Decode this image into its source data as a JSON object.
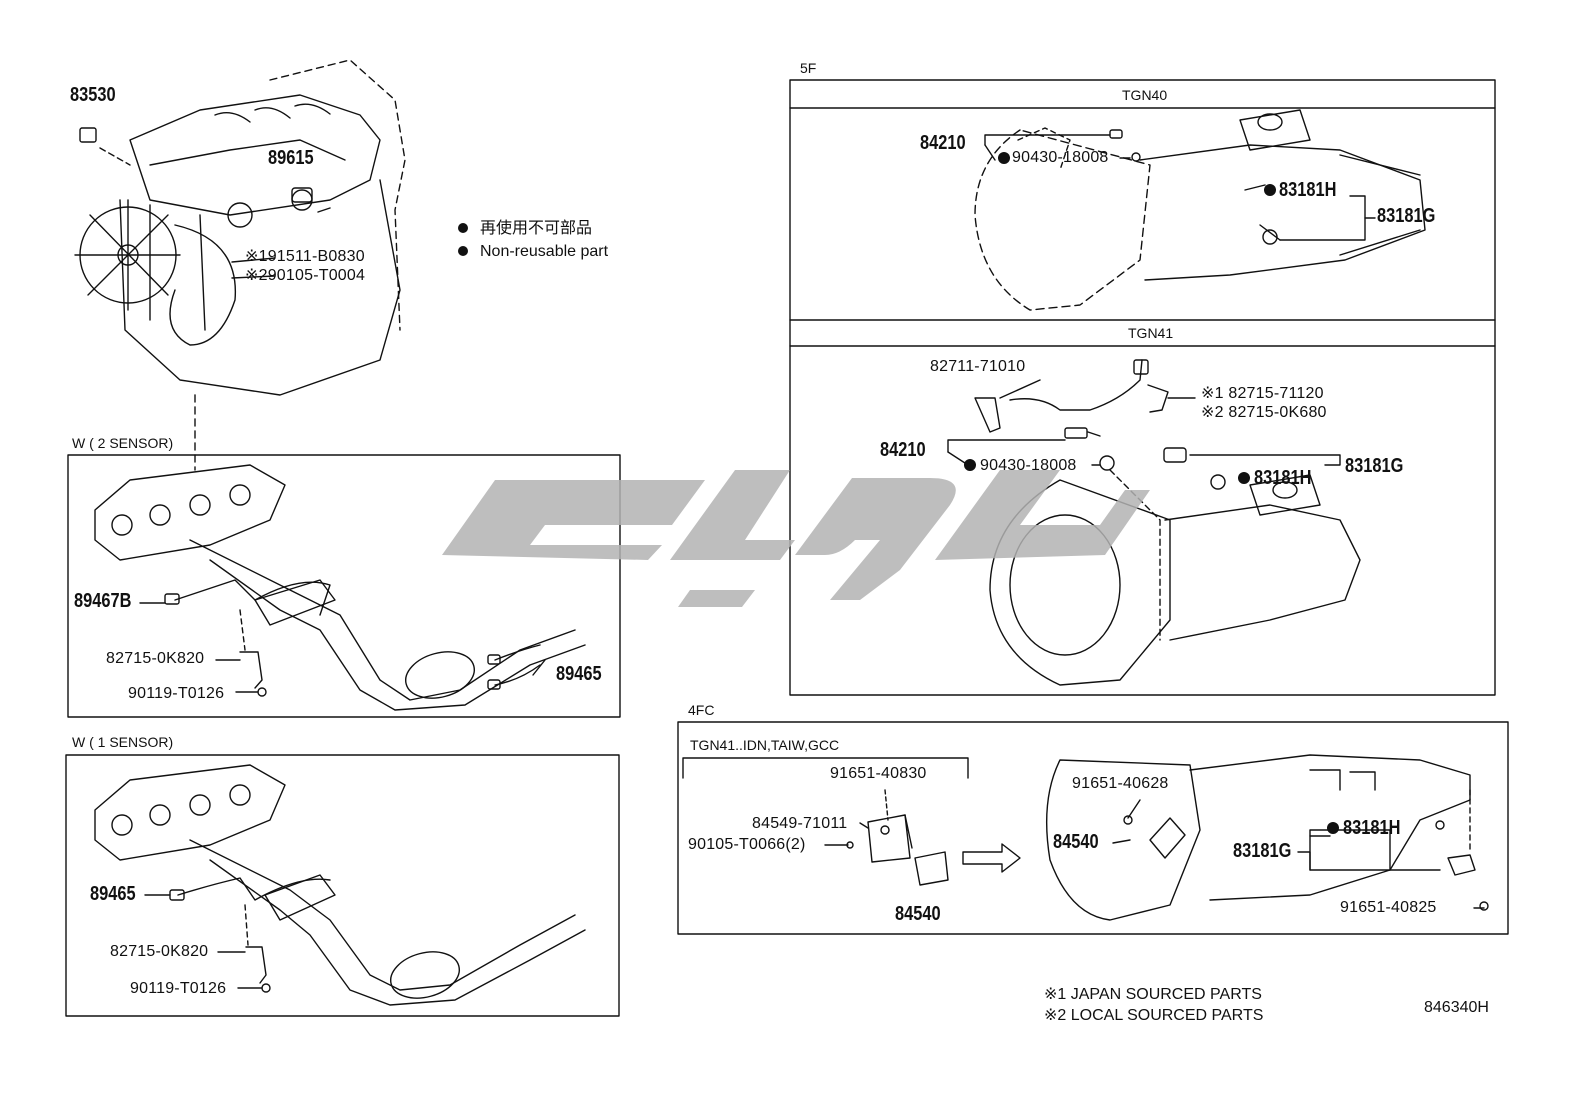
{
  "legend": {
    "line_jp": "再使用不可部品",
    "line_en": "Non-reusable part"
  },
  "labels": {
    "p83530": "83530",
    "p89615": "89615",
    "p191511": "※191511-B0830",
    "p290105": "※290105-T0004",
    "w2_title": "W ( 2 SENSOR)",
    "w2_89467b": "89467B",
    "w2_82715": "82715-0K820",
    "w2_90119": "90119-T0126",
    "w2_89465": "89465",
    "w1_title": "W ( 1 SENSOR)",
    "w1_89465": "89465",
    "w1_82715": "82715-0K820",
    "w1_90119": "90119-T0126",
    "sec_5f": "5F",
    "tgn40": "TGN40",
    "t40_84210": "84210",
    "t40_90430": "90430-18008",
    "t40_83181h": "83181H",
    "t40_83181g": "83181G",
    "tgn41": "TGN41",
    "t41_82711": "82711-71010",
    "t41_82715_1": "※1  82715-71120",
    "t41_82715_2": "※2  82715-0K680",
    "t41_84210": "84210",
    "t41_90430": "90430-18008",
    "t41_83181h": "83181H",
    "t41_83181g": "83181G",
    "sec_4fc": "4FC",
    "fc_sub": "TGN41..IDN,TAIW,GCC",
    "fc_91651_40830": "91651-40830",
    "fc_84549": "84549-71011",
    "fc_90105": "90105-T0066(2)",
    "fc_84540_a": "84540",
    "fc_91651_40628": "91651-40628",
    "fc_84540_b": "84540",
    "fc_83181h": "83181H",
    "fc_83181g": "83181G",
    "fc_91651_40825": "91651-40825",
    "foot1": "※1 JAPAN SOURCED PARTS",
    "foot2": "※2 LOCAL SOURCED PARTS",
    "code": "846340H"
  }
}
